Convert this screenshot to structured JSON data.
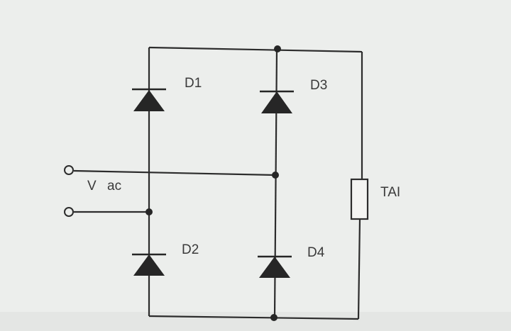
{
  "labels": {
    "d1": "D1",
    "d2": "D2",
    "d3": "D3",
    "d4": "D4",
    "v": "V",
    "ac": "ac",
    "load": "TAI"
  }
}
